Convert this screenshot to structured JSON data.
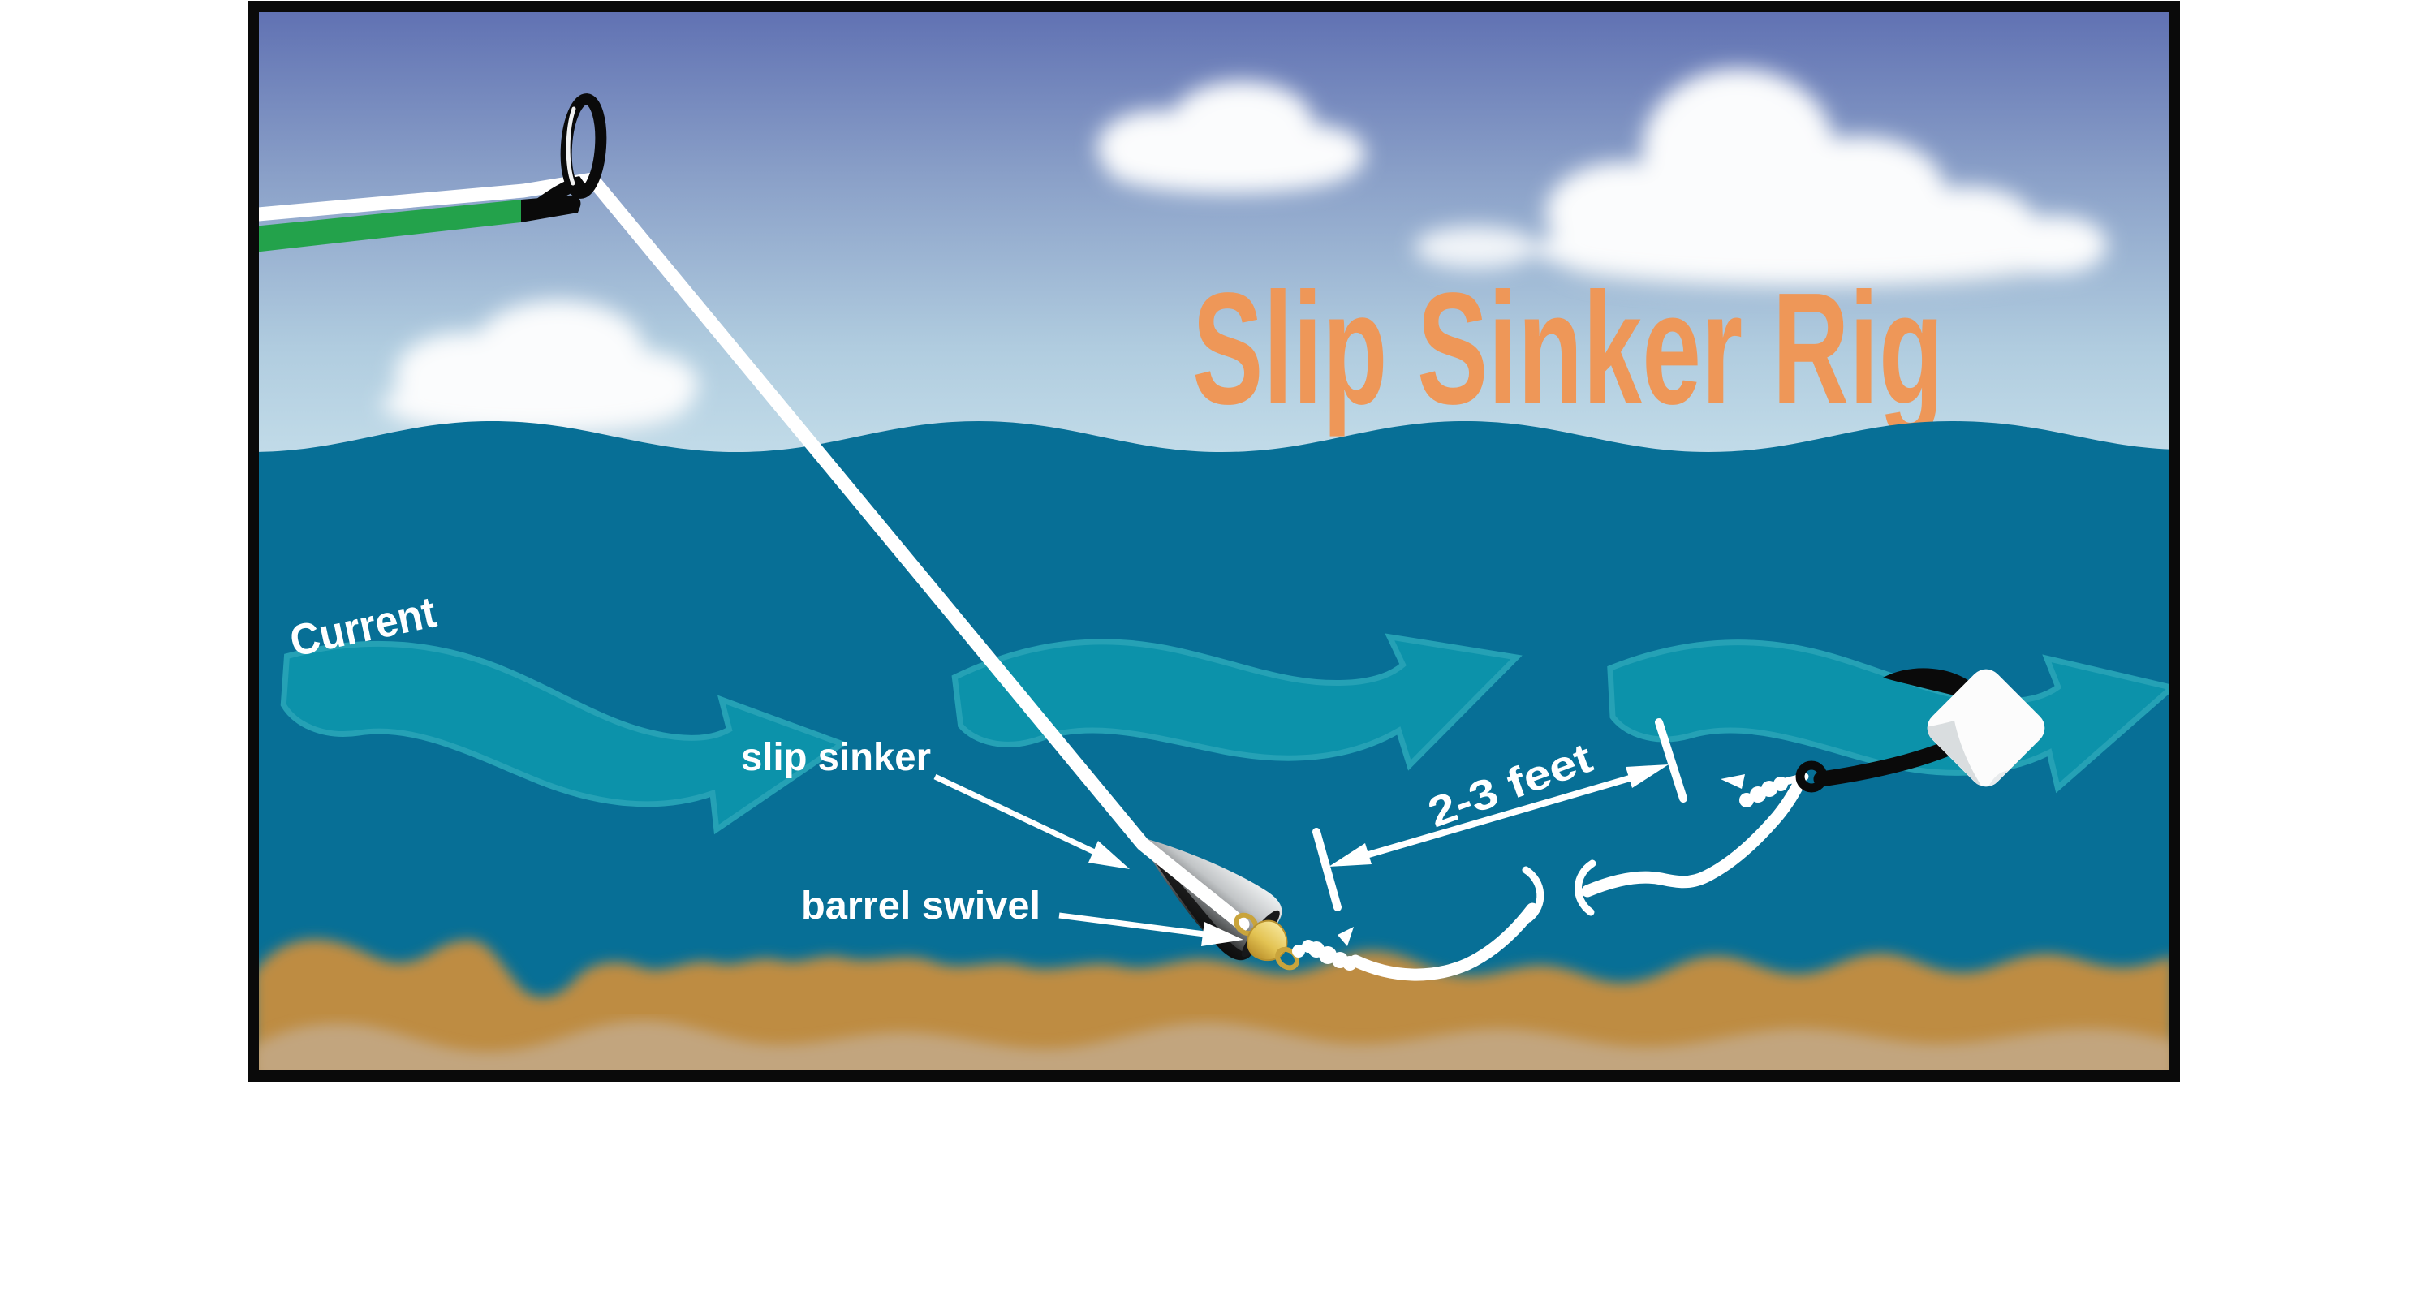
{
  "diagram": {
    "title": "Slip Sinker Rig",
    "labels": {
      "current": "Current",
      "slip_sinker": "slip sinker",
      "barrel_swivel": "barrel swivel",
      "distance": "2-3 feet"
    },
    "colors": {
      "title_orange": "#EE9758",
      "water": "#076F96",
      "current_arrow": "#0C92AA",
      "arrow_outline": "#25A1B5",
      "sky_top": "#5F70B2",
      "sky_bottom": "#C8E1EC",
      "sand_dark": "#BE8C42",
      "sand_light": "#C2A57E",
      "rod_green": "#23A24B",
      "swivel_gold": "#E7C64E",
      "annotation_white": "#FFFFFF",
      "frame_black": "#0A0A0A"
    }
  }
}
